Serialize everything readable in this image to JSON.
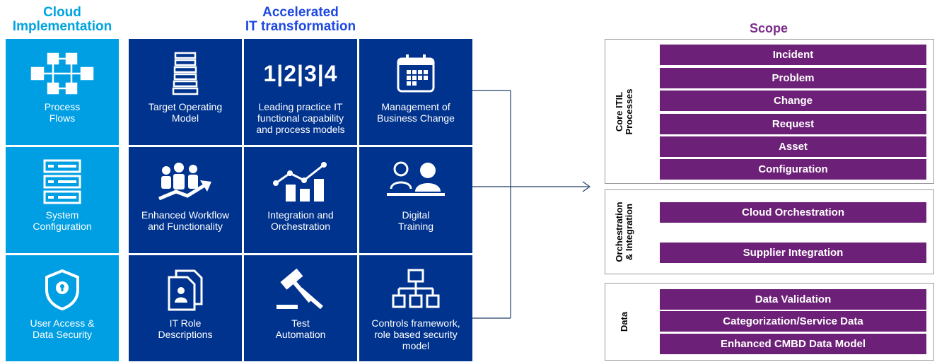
{
  "headings": {
    "cloud_implementation": [
      "Cloud",
      "Implementation"
    ],
    "accelerated": [
      "Accelerated",
      "IT transformation"
    ],
    "scope": "Scope"
  },
  "cloud_tiles": [
    {
      "label": [
        "Process",
        "Flows"
      ],
      "icon": "process-flow-icon"
    },
    {
      "label": [
        "System",
        "Configuration"
      ],
      "icon": "server-icon"
    },
    {
      "label": [
        "User Access &",
        "Data Security"
      ],
      "icon": "shield-lock-icon"
    }
  ],
  "it_tiles": [
    {
      "label": [
        "Target Operating",
        "Model"
      ],
      "icon": "stack-icon"
    },
    {
      "label": [
        "Leading practice IT",
        "functional capability",
        "and process models"
      ],
      "icon_text": "1|2|3|4"
    },
    {
      "label": [
        "Management of",
        "Business Change"
      ],
      "icon": "calendar-icon"
    },
    {
      "label": [
        "Enhanced Workflow",
        "and Functionality"
      ],
      "icon": "team-growth-icon"
    },
    {
      "label": [
        "Integration and",
        "Orchestration"
      ],
      "icon": "bar-chart-trend-icon"
    },
    {
      "label": [
        "Digital",
        "Training"
      ],
      "icon": "people-laptop-icon"
    },
    {
      "label": [
        "IT Role",
        "Descriptions"
      ],
      "icon": "documents-icon"
    },
    {
      "label": [
        "Test",
        "Automation"
      ],
      "icon": "gavel-icon"
    },
    {
      "label": [
        "Controls framework,",
        "role based security",
        "model"
      ],
      "icon": "org-chart-icon"
    }
  ],
  "scope_groups": [
    {
      "label": [
        "Core ITIL",
        "Processes"
      ],
      "items": [
        "Incident",
        "Problem",
        "Change",
        "Request",
        "Asset",
        "Configuration"
      ]
    },
    {
      "label": [
        "Orchestration",
        "& Integration"
      ],
      "items": [
        "Cloud Orchestration",
        "Supplier Integration"
      ]
    },
    {
      "label": [
        "Data"
      ],
      "items": [
        "Data Validation",
        "Categorization/Service Data",
        "Enhanced CMBD Data Model"
      ]
    }
  ],
  "colors": {
    "light_blue": "#009fe3",
    "dark_blue": "#00338d",
    "purple": "#6d2077",
    "heading_blue": "#1e49e2",
    "scope_purple": "#7b2c8c"
  }
}
